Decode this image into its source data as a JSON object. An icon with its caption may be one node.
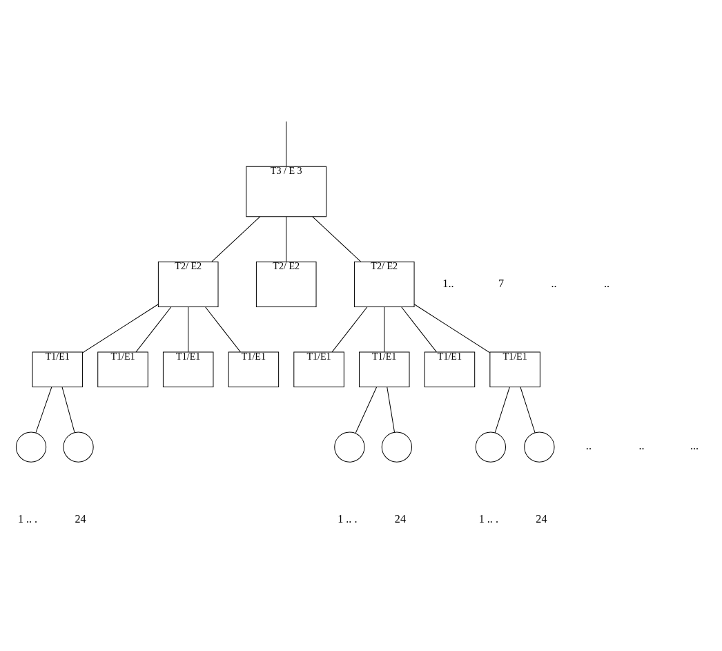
{
  "diagram": {
    "nodes": [
      {
        "text": [
          "T3 / E 3"
        ]
      },
      {
        "text": [
          "T2/ E2"
        ]
      },
      {
        "text": [
          "T2/ E2"
        ]
      },
      {
        "text": [
          "T2/ E2"
        ]
      },
      {
        "text": [
          "T1/E1"
        ]
      },
      {
        "text": [
          "T1/E1"
        ]
      },
      {
        "text": [
          "T1/E1"
        ]
      },
      {
        "text": [
          "T1/E1"
        ]
      },
      {
        "text": [
          "T1/E1"
        ]
      },
      {
        "text": [
          "T1/E1"
        ]
      },
      {
        "text": [
          "T1/E1"
        ]
      },
      {
        "text": [
          "T1/E1"
        ]
      },
      {
        "text": [],
        "shape": "circle"
      },
      {
        "text": [],
        "shape": "circle"
      },
      {
        "text": [],
        "shape": "circle"
      },
      {
        "text": [],
        "shape": "circle"
      },
      {
        "text": [],
        "shape": "circle"
      },
      {
        "text": [],
        "shape": "circle"
      }
    ],
    "edges": [
      {
        "from": null,
        "to": 0,
        "arrow": "none"
      },
      {
        "from": 0,
        "to": 1,
        "arrow": "none"
      },
      {
        "from": 0,
        "to": 2,
        "arrow": "none"
      },
      {
        "from": 0,
        "to": 3,
        "arrow": "none"
      },
      {
        "from": 1,
        "to": 4,
        "arrow": "none"
      },
      {
        "from": 1,
        "to": 5,
        "arrow": "none"
      },
      {
        "from": 1,
        "to": 6,
        "arrow": "none"
      },
      {
        "from": 1,
        "to": 7,
        "arrow": "none"
      },
      {
        "from": 3,
        "to": 8,
        "arrow": "none"
      },
      {
        "from": 3,
        "to": 9,
        "arrow": "none"
      },
      {
        "from": 3,
        "to": 10,
        "arrow": "none"
      },
      {
        "from": 3,
        "to": 11,
        "arrow": "none"
      },
      {
        "from": 4,
        "to": 12,
        "arrow": "none"
      },
      {
        "from": 4,
        "to": 13,
        "arrow": "none"
      },
      {
        "from": 9,
        "to": 14,
        "arrow": "none"
      },
      {
        "from": 9,
        "to": 15,
        "arrow": "none"
      },
      {
        "from": 11,
        "to": 16,
        "arrow": "none"
      },
      {
        "from": 11,
        "to": 17,
        "arrow": "none"
      }
    ],
    "labels": [
      "1..",
      "7",
      "..",
      "..",
      "..",
      "..",
      "...",
      "1 .. .",
      "24",
      "1 .. .",
      "24",
      "1 .. .",
      "24"
    ]
  }
}
